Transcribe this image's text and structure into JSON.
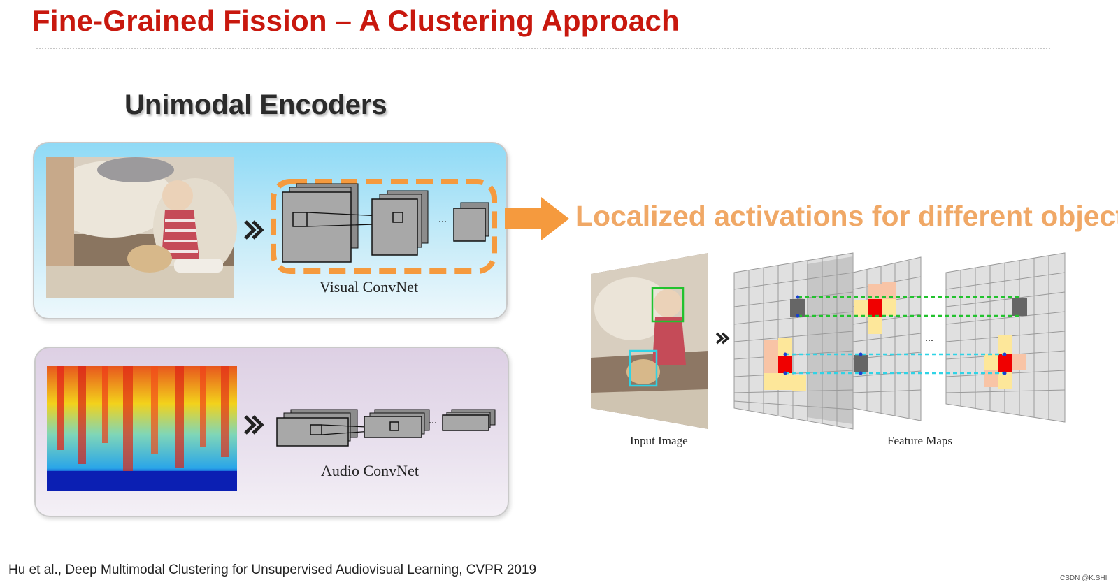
{
  "slide": {
    "title": "Fine-Grained Fission – A Clustering Approach",
    "section_heading": "Unimodal Encoders",
    "citation": "Hu et al., Deep Multimodal Clustering for Unsupervised Audiovisual Learning, CVPR 2019",
    "watermark": "CSDN @K.SHI"
  },
  "visual_panel": {
    "label": "Visual ConvNet",
    "ellipsis": "..."
  },
  "audio_panel": {
    "label": "Audio ConvNet",
    "ellipsis": "..."
  },
  "activation_callout": {
    "text": "Localized activations for different objects"
  },
  "feature_figure": {
    "input_label": "Input Image",
    "maps_label": "Feature Maps",
    "ellipsis": "..."
  },
  "colors": {
    "title_red": "#c8180e",
    "callout_orange": "#f0a866",
    "arrow_orange": "#f59a3e",
    "activation_red": "#f00000",
    "activation_peach": "#f8c4a6",
    "activation_yellow": "#fde79a",
    "link_green": "#22c22e",
    "link_cyan": "#2fd3e6"
  },
  "icons": [
    "double-chevron-right-icon",
    "video-frame-photo",
    "spectrogram-image"
  ]
}
